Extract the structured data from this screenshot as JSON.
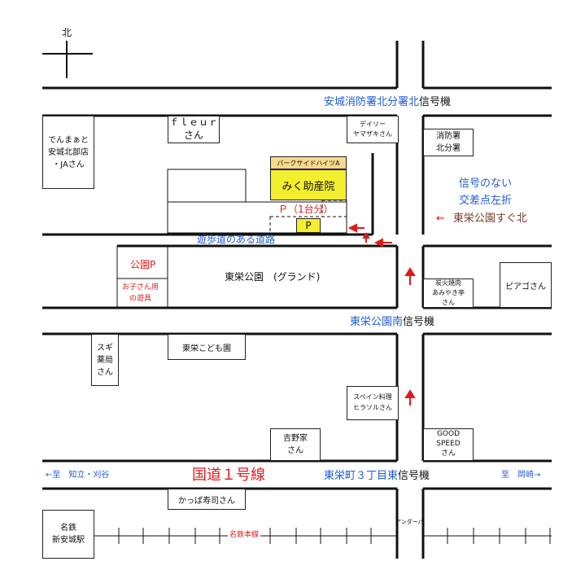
{
  "north": "北",
  "signals": {
    "s1_name": "安城消防署北分署北",
    "s1_suffix": "信号機",
    "s2_name": "東栄公園南",
    "s2_suffix": "信号機",
    "s3_name": "東栄町３丁目東",
    "s3_suffix": "信号機"
  },
  "places": {
    "denmaato": "でんまぁと\n安城北部店\n・JAさん",
    "fleur": "ｆｌｅｕｒ\nさん",
    "daily": "デイリー\nヤマザキさん",
    "fire": "消防署\n北分署",
    "park_heights": "パークサイドハイツA",
    "clinic": "みく助産院",
    "parking_label": "Ｐ（1台分）",
    "parking_p": "P",
    "park_p": "公園P",
    "playground": "お子さん用\nの遊具",
    "park": "東栄公園　(グランド)",
    "sumibi": "炭火焼肉\nあみやき亭\nさん",
    "piago": "ピアゴさん",
    "sugi": "スギ\n薬局\nさん",
    "kodomo": "東栄こども園",
    "spain": "スペイン料理\nヒラソルさん",
    "yoshinoya": "吉野家\nさん",
    "good_speed": "GOOD\nSPEED\nさん",
    "kappa": "かっぱ寿司さん",
    "meitetsu": "名鉄\n新安城駅",
    "underpass": "アンダーパス"
  },
  "labels": {
    "promenade": "遊歩道のある道路",
    "no_signal_1": "信号のない",
    "no_signal_2": "交差点左折",
    "arrow_left": "←",
    "park_north": "東栄公園すぐ北",
    "route1": "国道１号線",
    "to_left": "←至　知立・刈谷",
    "to_right": "至　岡崎→",
    "rail": "名鉄本線"
  },
  "colors": {
    "blue": "#1f5bd6",
    "red": "#e01a1a",
    "clinic_fill": "#f5ee2e",
    "heights_fill": "#fbd98a"
  }
}
